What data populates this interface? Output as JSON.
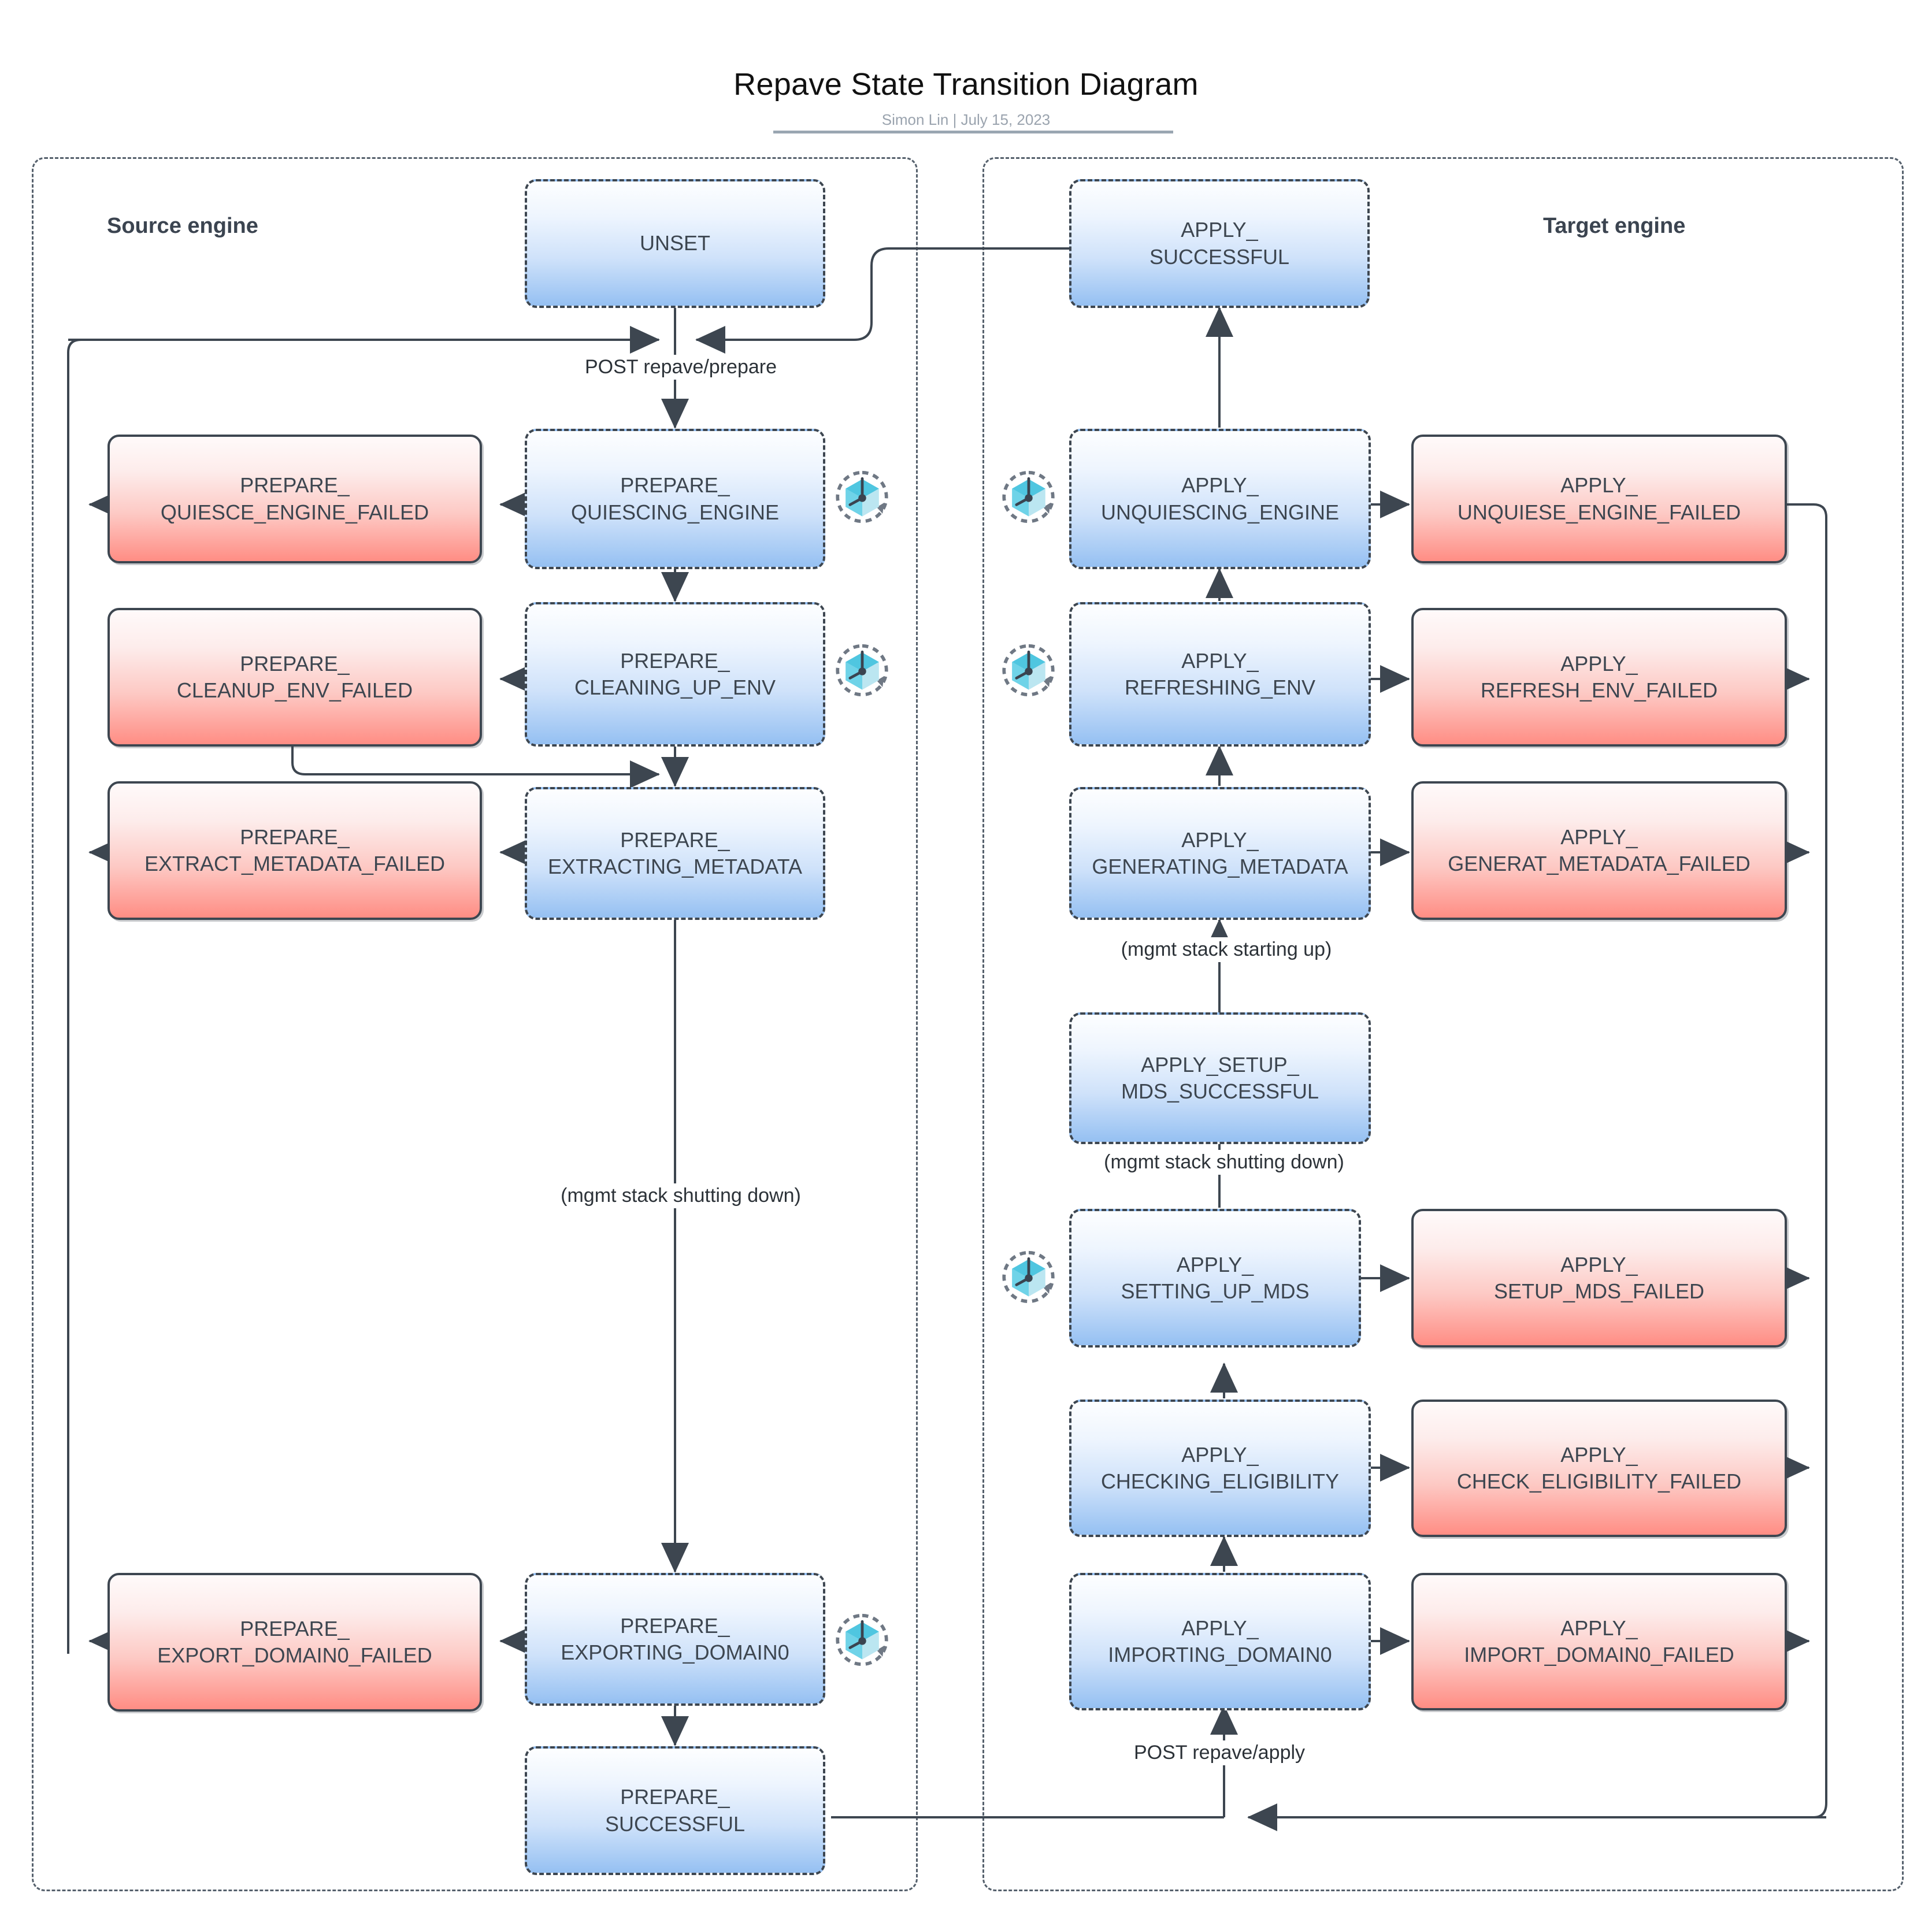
{
  "header": {
    "title": "Repave State Transition Diagram",
    "byline": "Simon Lin  |  July 15, 2023"
  },
  "panes": [
    {
      "id": "source",
      "label": "Source engine"
    },
    {
      "id": "target",
      "label": "Target engine"
    }
  ],
  "colors": {
    "blue_node_top": "#fdfeff",
    "blue_node_bottom": "#95c0f2",
    "red_node_top": "#fffafa",
    "red_node_bottom": "#ff8d84",
    "border": "#3d4650",
    "wire": "#3d4650",
    "clock_cube_top": "#4fc6e0",
    "clock_cube_left": "#6fd3e8",
    "clock_cube_right": "#bbe6f1",
    "clock_hand": "#3a4450",
    "clock_ring": "#6f7884",
    "subtitle": "#9aa3ae"
  },
  "nodes": {
    "unset": "UNSET",
    "prepare_quiescing_engine": "PREPARE_\nQUIESCING_ENGINE",
    "prepare_quiesce_engine_failed": "PREPARE_\nQUIESCE_ENGINE_FAILED",
    "prepare_cleaning_up_env": "PREPARE_\nCLEANING_UP_ENV",
    "prepare_cleanup_env_failed": "PREPARE_\nCLEANUP_ENV_FAILED",
    "prepare_extracting_metadata": "PREPARE_\nEXTRACTING_METADATA",
    "prepare_extract_metadata_failed": "PREPARE_\nEXTRACT_METADATA_FAILED",
    "prepare_exporting_domain0": "PREPARE_\nEXPORTING_DOMAIN0",
    "prepare_export_domain0_failed": "PREPARE_\nEXPORT_DOMAIN0_FAILED",
    "prepare_successful": "PREPARE_\nSUCCESSFUL",
    "apply_successful": "APPLY_\nSUCCESSFUL",
    "apply_unquiescing_engine": "APPLY_\nUNQUIESCING_ENGINE",
    "apply_unquiese_engine_failed": "APPLY_\nUNQUIESE_ENGINE_FAILED",
    "apply_refreshing_env": "APPLY_\nREFRESHING_ENV",
    "apply_refresh_env_failed": "APPLY_\nREFRESH_ENV_FAILED",
    "apply_generating_metadata": "APPLY_\nGENERATING_METADATA",
    "apply_generat_metadata_failed": "APPLY_\nGENERAT_METADATA_FAILED",
    "apply_setup_mds_successful": "APPLY_SETUP_\nMDS_SUCCESSFUL",
    "apply_setting_up_mds": "APPLY_\nSETTING_UP_MDS",
    "apply_setup_mds_failed": "APPLY_\nSETUP_MDS_FAILED",
    "apply_checking_eligibility": "APPLY_\nCHECKING_ELIGIBILITY",
    "apply_check_eligibility_failed": "APPLY_\nCHECK_ELIGIBILITY_FAILED",
    "apply_importing_domain0": "APPLY_\nIMPORTING_DOMAIN0",
    "apply_import_domain0_failed": "APPLY_\nIMPORT_DOMAIN0_FAILED"
  },
  "edge_labels": {
    "post_repave_prepare": "POST repave/prepare",
    "post_repave_apply": "POST repave/apply",
    "mgmt_shutting_down_source": "(mgmt stack shutting down)",
    "mgmt_shutting_down_target": "(mgmt stack shutting down)",
    "mgmt_starting_up": "(mgmt stack starting up)"
  },
  "icons": {
    "timer": "timer-cube-icon"
  }
}
